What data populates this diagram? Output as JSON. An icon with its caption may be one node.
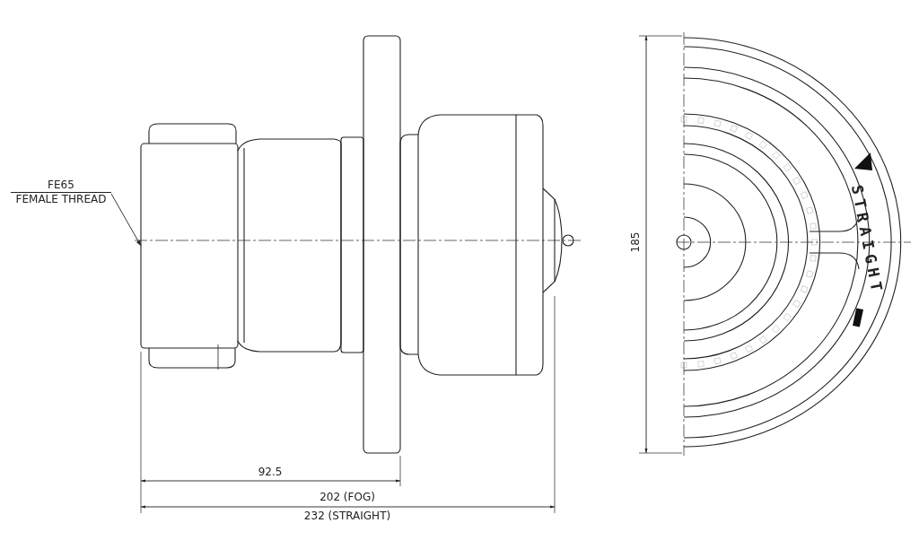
{
  "diagram": {
    "nodes": [
      {
        "text": [
          "FE65",
          "FEMALE THREAD"
        ]
      },
      {
        "text": [],
        "shape": "box"
      }
    ],
    "edges": [
      {
        "from": 0,
        "to": 1,
        "arrow": "to"
      }
    ],
    "labels": [
      "185",
      "STRAIGHT",
      "92.5",
      "202 (FOG)",
      "232 (STRAIGHT)"
    ]
  }
}
